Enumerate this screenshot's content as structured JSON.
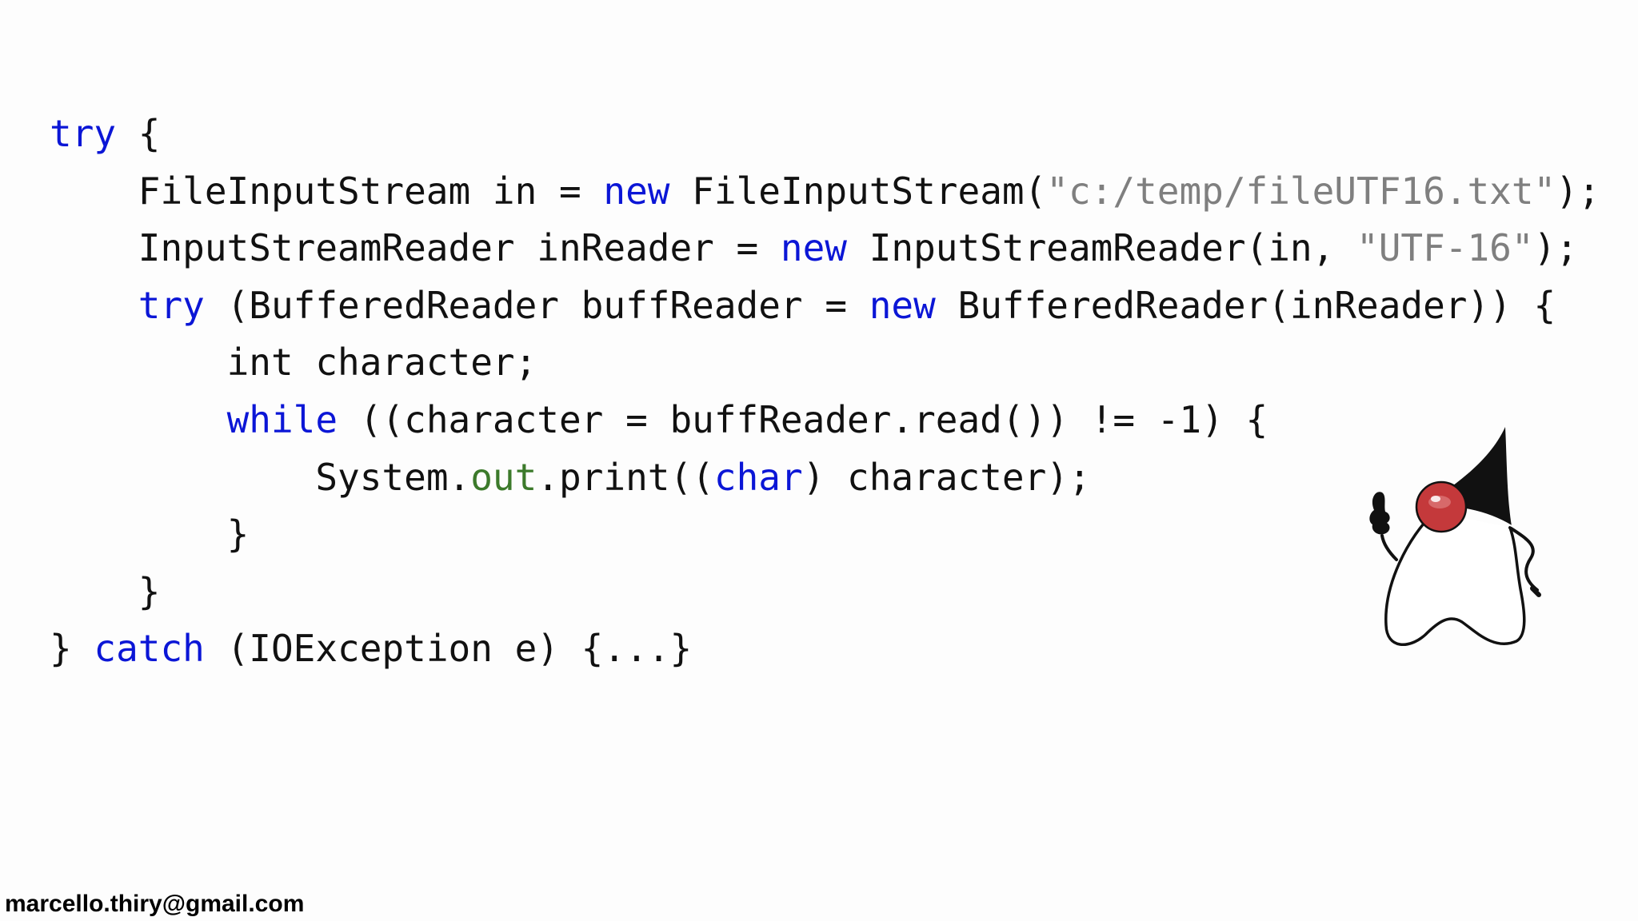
{
  "code": {
    "lines": [
      {
        "indent": "",
        "tokens": [
          {
            "text": "try",
            "kind": "kw"
          },
          {
            "text": " {",
            "kind": "plain"
          }
        ]
      },
      {
        "indent": "    ",
        "tokens": [
          {
            "text": "FileInputStream in = ",
            "kind": "plain"
          },
          {
            "text": "new",
            "kind": "kw"
          },
          {
            "text": " FileInputStream(",
            "kind": "plain"
          },
          {
            "text": "\"c:/temp/fileUTF16.txt\"",
            "kind": "str"
          },
          {
            "text": ");",
            "kind": "plain"
          }
        ]
      },
      {
        "indent": "    ",
        "tokens": [
          {
            "text": "InputStreamReader inReader = ",
            "kind": "plain"
          },
          {
            "text": "new",
            "kind": "kw"
          },
          {
            "text": " InputStreamReader(in, ",
            "kind": "plain"
          },
          {
            "text": "\"UTF-16\"",
            "kind": "str"
          },
          {
            "text": ");",
            "kind": "plain"
          }
        ]
      },
      {
        "indent": "    ",
        "tokens": [
          {
            "text": "try",
            "kind": "kw"
          },
          {
            "text": " (BufferedReader buffReader = ",
            "kind": "plain"
          },
          {
            "text": "new",
            "kind": "kw"
          },
          {
            "text": " BufferedReader(inReader)) {",
            "kind": "plain"
          }
        ]
      },
      {
        "indent": "        ",
        "tokens": [
          {
            "text": "int character;",
            "kind": "plain"
          }
        ]
      },
      {
        "indent": "        ",
        "tokens": [
          {
            "text": "while",
            "kind": "kw"
          },
          {
            "text": " ((character = buffReader.read()) != -1) {",
            "kind": "plain"
          }
        ]
      },
      {
        "indent": "            ",
        "tokens": [
          {
            "text": "System.",
            "kind": "plain"
          },
          {
            "text": "out",
            "kind": "fld"
          },
          {
            "text": ".print((",
            "kind": "plain"
          },
          {
            "text": "char",
            "kind": "kw"
          },
          {
            "text": ") character);",
            "kind": "plain"
          }
        ]
      },
      {
        "indent": "        ",
        "tokens": [
          {
            "text": "}",
            "kind": "plain"
          }
        ]
      },
      {
        "indent": "    ",
        "tokens": [
          {
            "text": "}",
            "kind": "plain"
          }
        ]
      },
      {
        "indent": "",
        "tokens": [
          {
            "text": "} ",
            "kind": "plain"
          },
          {
            "text": "catch",
            "kind": "kw"
          },
          {
            "text": " (IOException e) {...}",
            "kind": "plain"
          }
        ]
      }
    ]
  },
  "footer": {
    "email": "marcello.thiry@gmail.com"
  },
  "mascot": {
    "icon": "duke-mascot-icon"
  },
  "colors": {
    "keyword": "#0b16d6",
    "string": "#7f7f7f",
    "field": "#3c7a2b",
    "text": "#111111",
    "duke_nose": "#c4393b",
    "duke_hat": "#111111"
  }
}
